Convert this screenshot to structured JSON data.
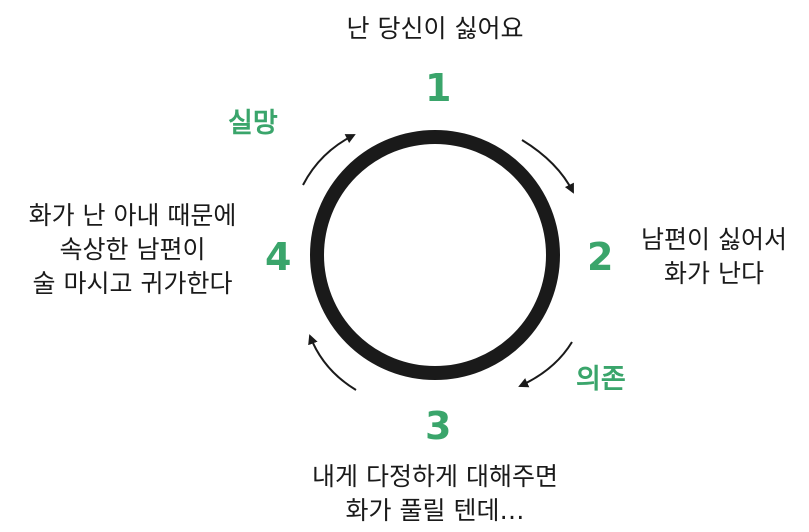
{
  "cycle": {
    "step1": {
      "number": "1",
      "text": "난 당신이 싫어요"
    },
    "step2": {
      "number": "2",
      "lines": [
        "남편이 싫어서",
        "화가 난다"
      ]
    },
    "step3": {
      "number": "3",
      "lines": [
        "내게 다정하게 대해주면",
        "화가 풀릴 텐데…"
      ]
    },
    "step4": {
      "number": "4",
      "lines": [
        "화가 난 아내 때문에",
        "속상한 남편이",
        "술 마시고 귀가한다"
      ]
    },
    "labels": {
      "disappointment": "실망",
      "dependence": "의존"
    }
  },
  "colors": {
    "accent_green": "#3aa56b",
    "ring": "#1a1a1a",
    "text": "#1a1a1a"
  }
}
